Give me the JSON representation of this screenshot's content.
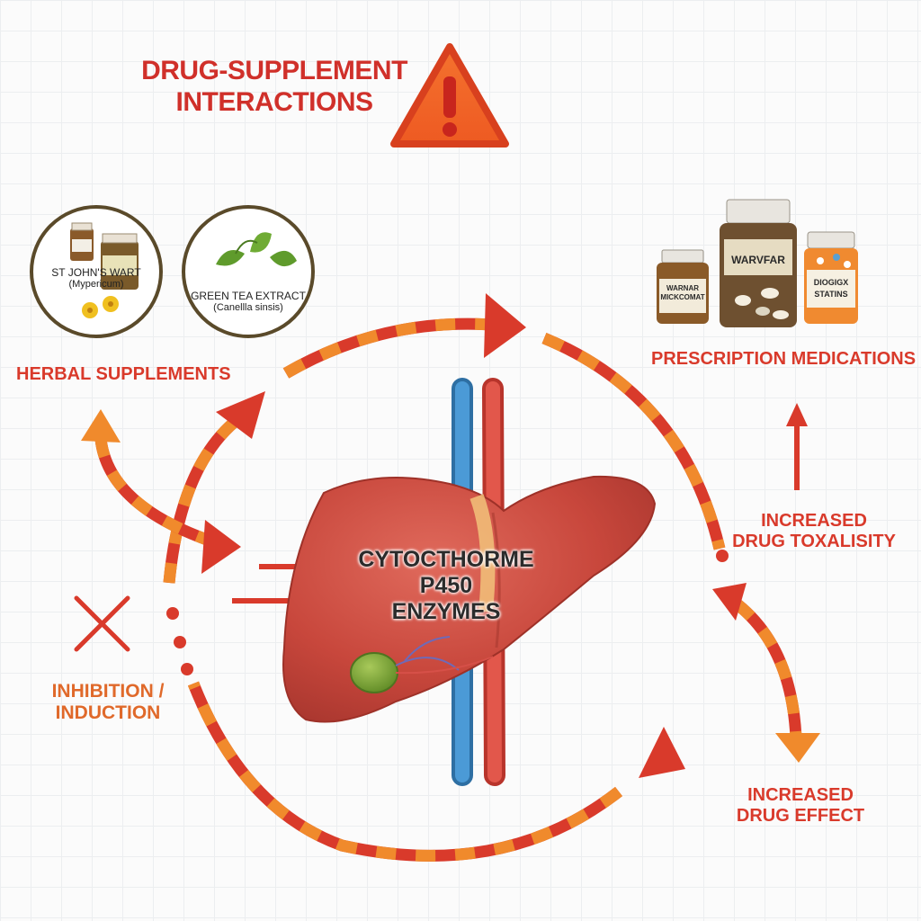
{
  "title": {
    "line1": "DRUG-SUPPLEMENT",
    "line2": "INTERACTIONS"
  },
  "center": {
    "line1": "CYTOCTHORME",
    "line2": "P450",
    "line3": "ENZYMES"
  },
  "herbal": {
    "label": "HERBAL SUPPLEMENTS",
    "st_johns": {
      "name": "ST JOHN'S WART",
      "latin": "(Mypericum)"
    },
    "green_tea": {
      "name": "GREEN TEA EXTRACT",
      "latin": "(Canellla sinsis)"
    }
  },
  "prescription": {
    "label": "PRESCRIPTION MEDICATIONS",
    "bottles": [
      {
        "line1": "WARNAR",
        "line2": "MICKCOMAT"
      },
      {
        "line1": "WARVFAR",
        "line2": ""
      },
      {
        "line1": "DIOGIGX",
        "line2": "STATINS"
      }
    ]
  },
  "effects": {
    "toxicity": {
      "line1": "INCREASED",
      "line2": "DRUG TOXALISITY"
    },
    "effect": {
      "line1": "INCREASED",
      "line2": "DRUG EFFECT"
    },
    "inhibition": {
      "line1": "INHIBITION /",
      "line2": "INDUCTION"
    }
  },
  "colors": {
    "red": "#d93a2b",
    "orange": "#f08a2c",
    "liver": "#c8473c",
    "vein": "#3c88c4",
    "gall": "#7aa63a"
  }
}
